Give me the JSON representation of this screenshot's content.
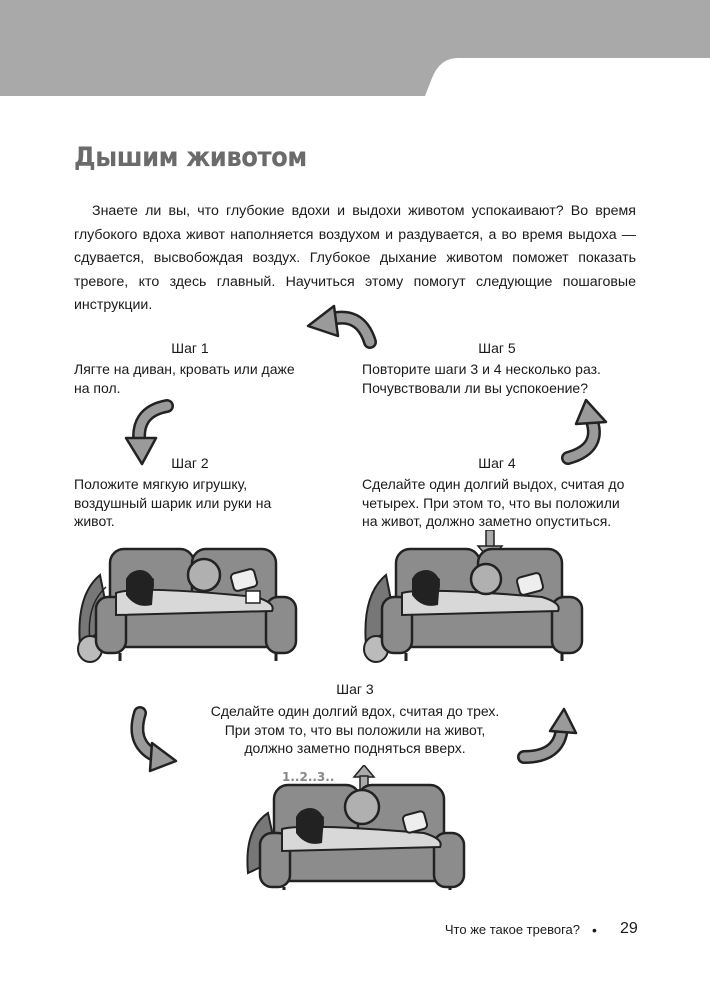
{
  "title": "Дышим животом",
  "intro": "Знаете ли вы, что глубокие вдохи и выдохи животом успокаивают? Во время глубокого вдоха живот наполняется воздухом и раздувается, а во время выдоха — сдувается, высвобождая воздух. Глубокое дыхание животом поможет показать тревоге, кто здесь главный. Научиться этому помогут следующие пошаговые инструкции.",
  "steps": [
    {
      "title": "Шаг 1",
      "text": "Лягте на диван, кровать или даже на пол."
    },
    {
      "title": "Шаг 2",
      "text": "Положите мягкую игрушку, воздушный шарик или руки на живот."
    },
    {
      "title": "Шаг 3",
      "text": "Сделайте один долгий вдох, считая до трех. При этом то, что вы положили на живот, должно заметно подняться вверх."
    },
    {
      "title": "Шаг 4",
      "text": "Сделайте один долгий выдох, считая до четырех. При этом то, что вы положили на живот, должно заметно опуститься."
    },
    {
      "title": "Шаг 5",
      "text": "Повторите шаги 3 и 4 несколько раз. Почувствовали ли вы успокоение?"
    }
  ],
  "illustration": {
    "count_label": "1..2..3.."
  },
  "footer": {
    "running_title": "Что же такое тревога?",
    "bullet": "•",
    "page_number": "29"
  },
  "colors": {
    "header": "#a9a9a9",
    "sofa": "#8c8c8c",
    "title": "#6b6b6b",
    "arrow": "#9a9a9a"
  },
  "icons": [
    "curved-arrow-icon",
    "sofa-illustration",
    "up-arrow-icon",
    "down-arrow-icon"
  ]
}
